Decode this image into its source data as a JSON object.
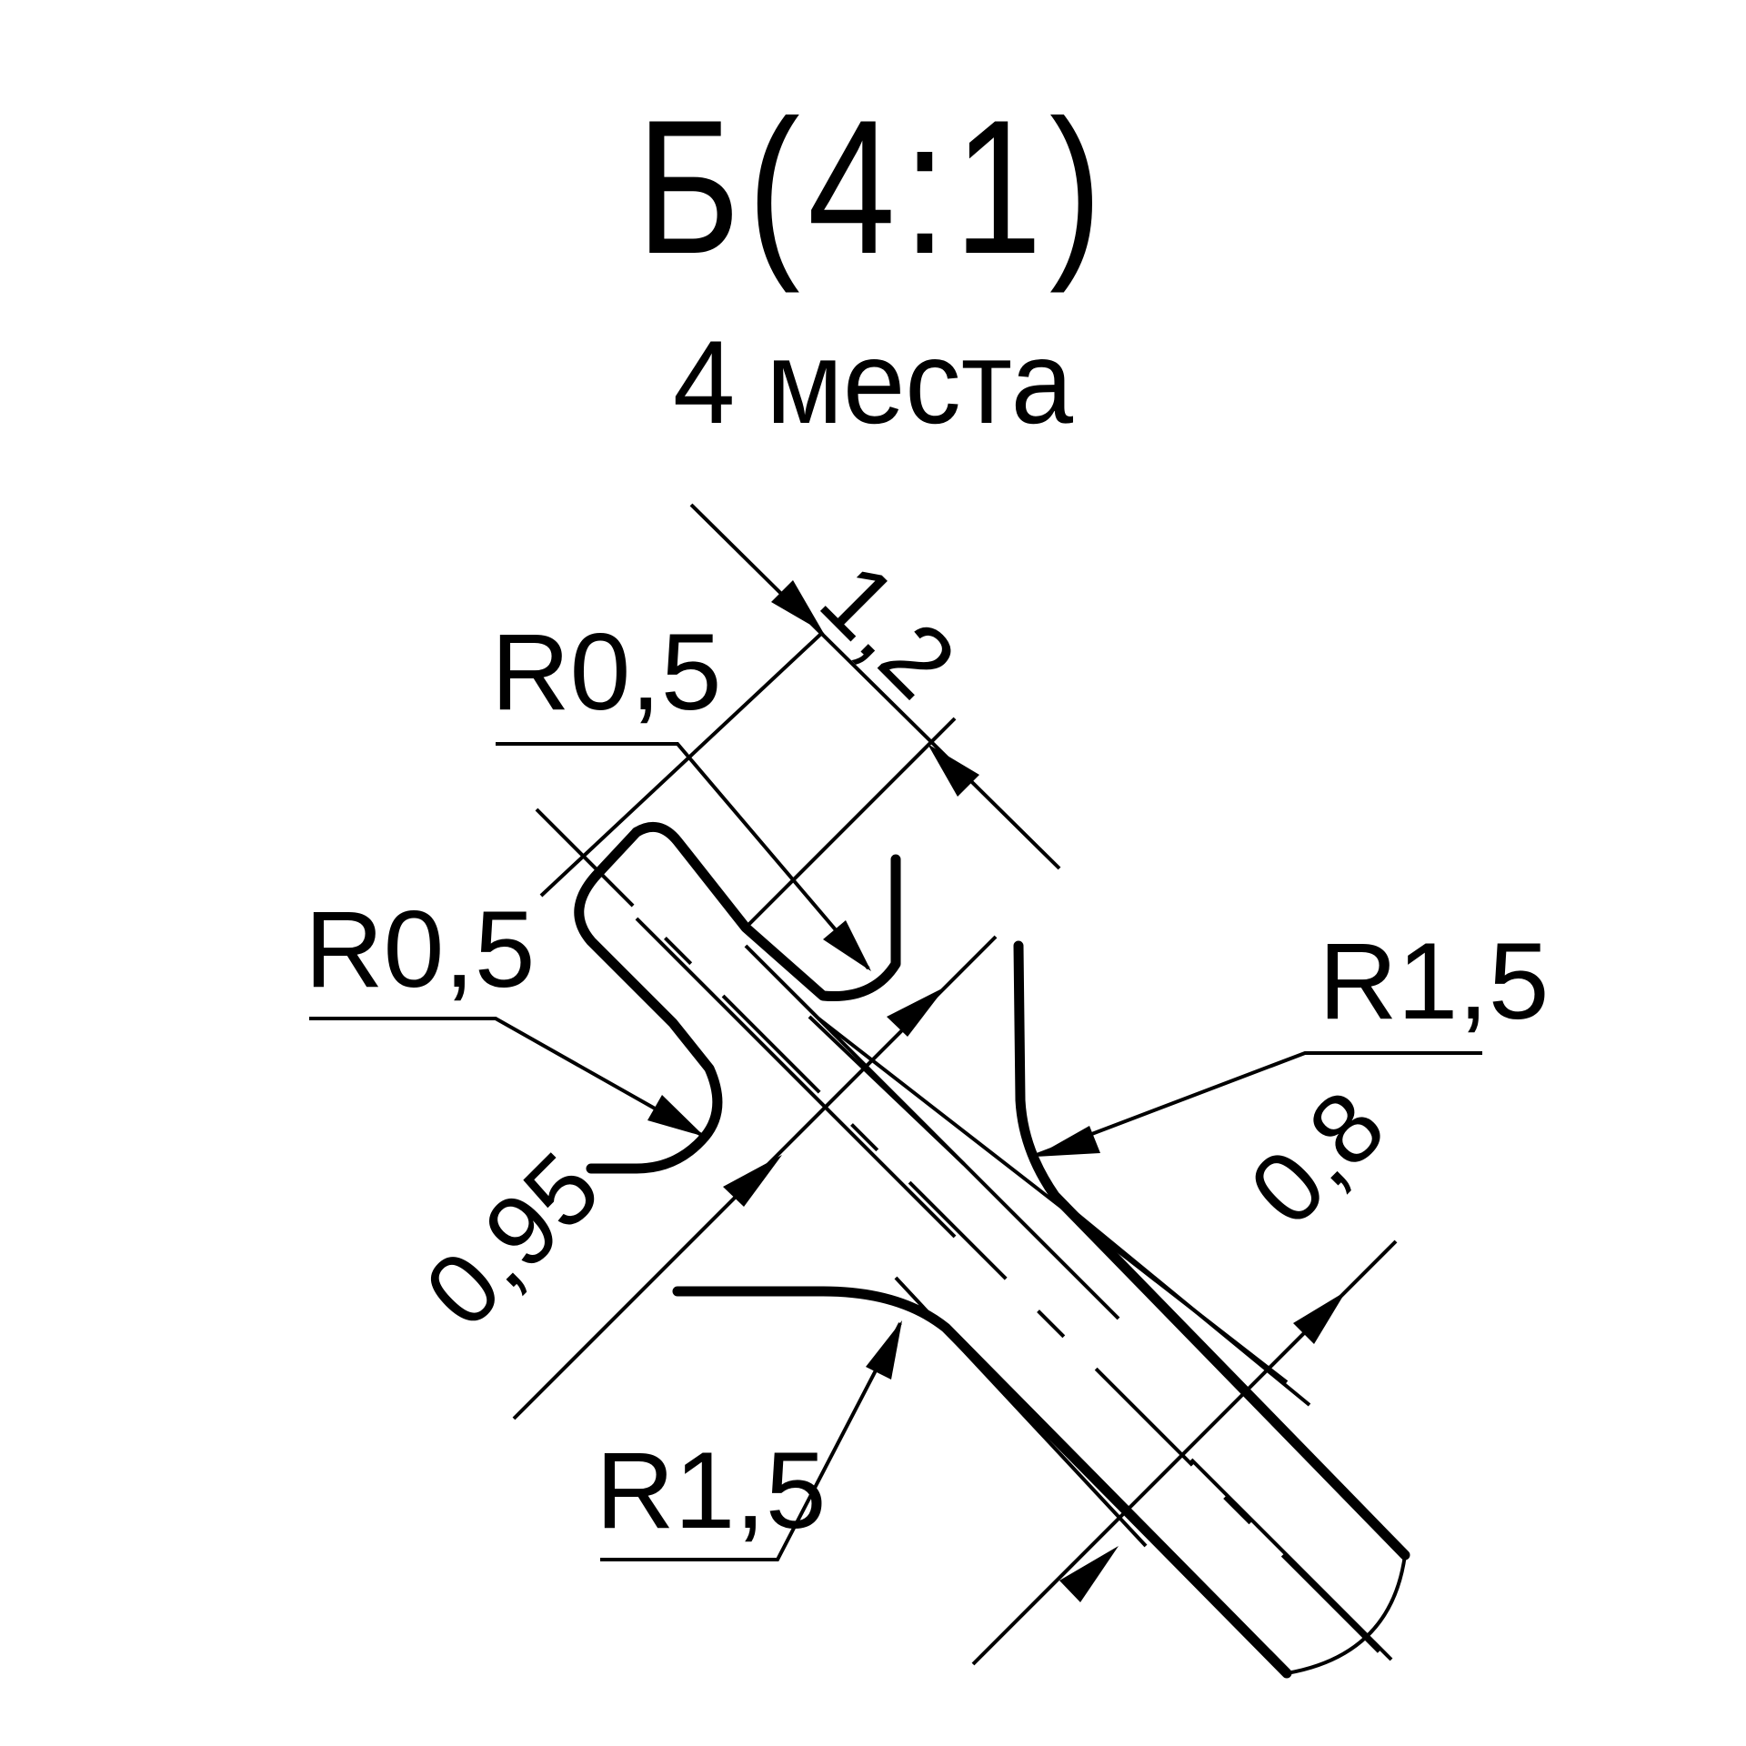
{
  "title": {
    "view": "Б(4:1)",
    "places": "4 места"
  },
  "dimensions": {
    "width_top": "1,2",
    "radius_top": "R0,5",
    "radius_left": "R0,5",
    "radius_right": "R1,5",
    "radius_bottom": "R1,5",
    "thickness": "0,95",
    "width_end": "0,8"
  }
}
